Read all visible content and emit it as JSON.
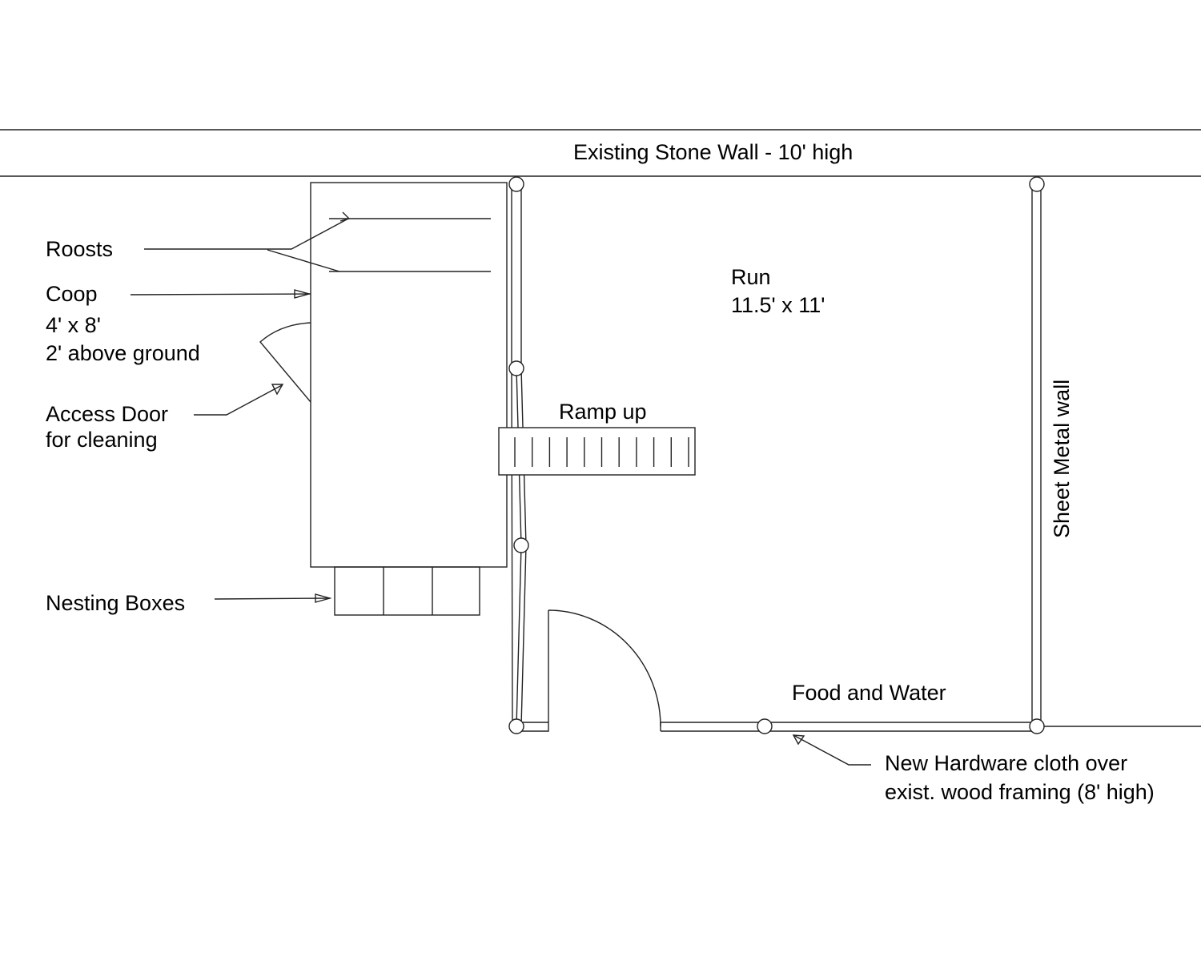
{
  "labels": {
    "stone_wall": "Existing  Stone  Wall  -  10'  high",
    "roosts": "Roosts",
    "coop": "Coop",
    "coop_size": "4' x 8'",
    "coop_height": "2' above ground",
    "access_door_1": "Access Door",
    "access_door_2": "for cleaning",
    "nesting_boxes": "Nesting Boxes",
    "run": "Run",
    "run_size": "11.5' x 11'",
    "ramp": "Ramp up",
    "sheet_metal": "Sheet Metal wall",
    "food_water": "Food and Water",
    "hardware_1": "New Hardware cloth over",
    "hardware_2": "exist. wood framing (8' high)"
  }
}
